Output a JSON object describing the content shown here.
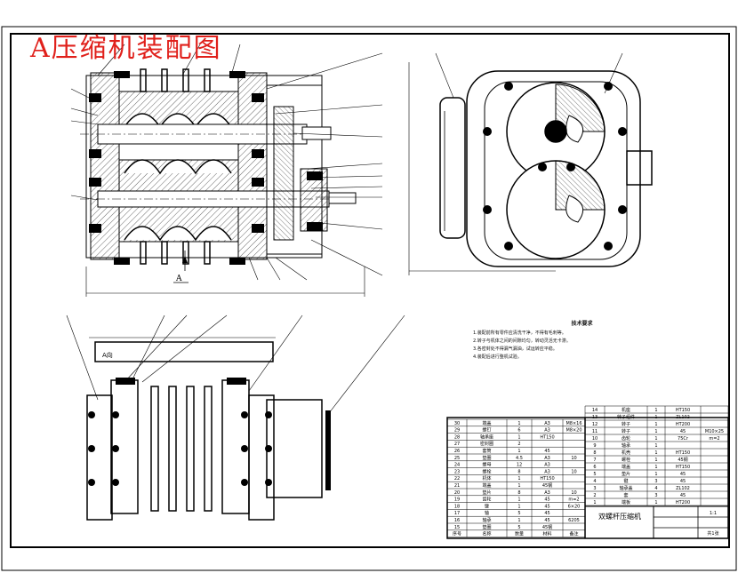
{
  "drawing": {
    "title": "A压缩机装配图",
    "section_label": "A",
    "view_label": "A向",
    "product_name": "双螺杆压缩机",
    "scale": "1:1",
    "sheet": "共1张",
    "notes_heading": "技术要求",
    "notes": [
      "1.装配前所有零件应清洗干净，不得有毛刺等。",
      "2.转子与机体之间的间隙均匀，转动灵活无卡滞。",
      "3.各密封处不得漏气漏油，试运转应平稳。",
      "4.装配后进行整机试验。"
    ]
  },
  "bom": {
    "left": [
      {
        "no": "30",
        "name": "端盖",
        "qty": "1",
        "mat": "A3",
        "note": "M8×16"
      },
      {
        "no": "29",
        "name": "螺钉",
        "qty": "6",
        "mat": "A3",
        "note": "M8×20"
      },
      {
        "no": "28",
        "name": "轴承座",
        "qty": "1",
        "mat": "HT150",
        "note": ""
      },
      {
        "no": "27",
        "name": "密封圈",
        "qty": "2",
        "mat": "",
        "note": ""
      },
      {
        "no": "26",
        "name": "套筒",
        "qty": "1",
        "mat": "45",
        "note": ""
      },
      {
        "no": "25",
        "name": "垫圈",
        "qty": "4.5",
        "mat": "A3",
        "note": "10"
      },
      {
        "no": "24",
        "name": "螺母",
        "qty": "12",
        "mat": "A3",
        "note": ""
      },
      {
        "no": "23",
        "name": "螺栓",
        "qty": "8",
        "mat": "A3",
        "note": "10"
      },
      {
        "no": "22",
        "name": "机体",
        "qty": "1",
        "mat": "HT150",
        "note": ""
      },
      {
        "no": "21",
        "name": "端盖",
        "qty": "1",
        "mat": "45钢",
        "note": ""
      },
      {
        "no": "20",
        "name": "垫片",
        "qty": "8",
        "mat": "A3",
        "note": "10"
      },
      {
        "no": "19",
        "name": "齿轮",
        "qty": "1",
        "mat": "45",
        "note": "m=2"
      },
      {
        "no": "18",
        "name": "键",
        "qty": "1",
        "mat": "45",
        "note": "6×20"
      },
      {
        "no": "17",
        "name": "轴",
        "qty": "5",
        "mat": "45",
        "note": ""
      },
      {
        "no": "16",
        "name": "轴承",
        "qty": "1",
        "mat": "45",
        "note": "6205"
      },
      {
        "no": "15",
        "name": "垫圈",
        "qty": "5",
        "mat": "45钢",
        "note": ""
      }
    ],
    "right": [
      {
        "no": "14",
        "name": "机座",
        "qty": "1",
        "mat": "HT150",
        "note": ""
      },
      {
        "no": "13",
        "name": "转子组件",
        "qty": "1",
        "mat": "ZL102",
        "note": ""
      },
      {
        "no": "12",
        "name": "转子",
        "qty": "1",
        "mat": "HT200",
        "note": ""
      },
      {
        "no": "11",
        "name": "转子",
        "qty": "1",
        "mat": "45",
        "note": "M10×25"
      },
      {
        "no": "10",
        "name": "齿轮",
        "qty": "1",
        "mat": "75Cr",
        "note": "m=2"
      },
      {
        "no": "9",
        "name": "轴承",
        "qty": "1",
        "mat": "",
        "note": ""
      },
      {
        "no": "8",
        "name": "机壳",
        "qty": "1",
        "mat": "HT150",
        "note": ""
      },
      {
        "no": "7",
        "name": "螺栓",
        "qty": "1",
        "mat": "45钢",
        "note": ""
      },
      {
        "no": "6",
        "name": "端盖",
        "qty": "1",
        "mat": "HT150",
        "note": ""
      },
      {
        "no": "5",
        "name": "垫片",
        "qty": "1",
        "mat": "45",
        "note": ""
      },
      {
        "no": "4",
        "name": "键",
        "qty": "3",
        "mat": "45",
        "note": ""
      },
      {
        "no": "3",
        "name": "轴承盖",
        "qty": "4",
        "mat": "ZL102",
        "note": ""
      },
      {
        "no": "2",
        "name": "套",
        "qty": "3",
        "mat": "45",
        "note": ""
      },
      {
        "no": "1",
        "name": "端板",
        "qty": "1",
        "mat": "HT200",
        "note": ""
      }
    ],
    "headers": {
      "no": "序号",
      "name": "名称",
      "qty": "数量",
      "mat": "材料",
      "note": "备注"
    }
  }
}
